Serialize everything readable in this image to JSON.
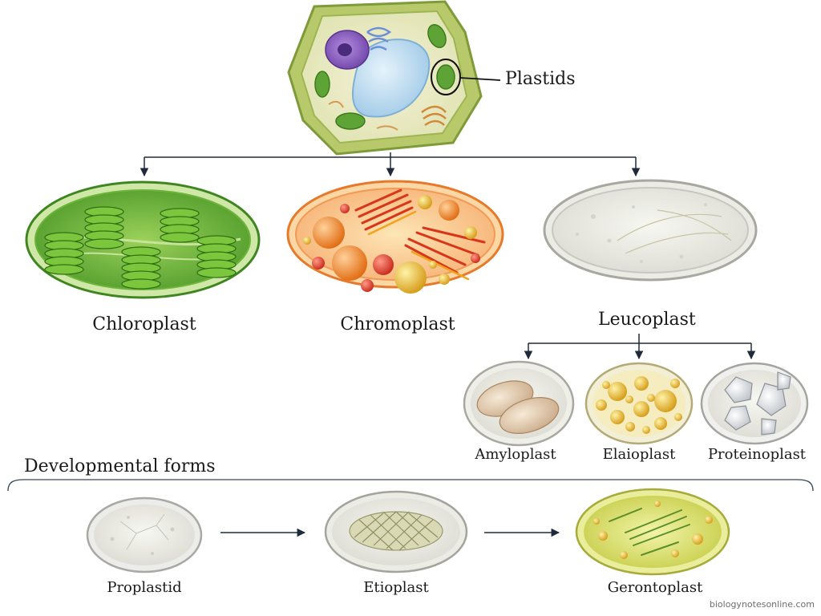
{
  "root": {
    "label": "Plastids"
  },
  "main_types": [
    {
      "label": "Chloroplast"
    },
    {
      "label": "Chromoplast"
    },
    {
      "label": "Leucoplast"
    }
  ],
  "leucoplast_types": [
    {
      "label": "Amyloplast"
    },
    {
      "label": "Elaioplast"
    },
    {
      "label": "Proteinoplast"
    }
  ],
  "developmental": {
    "heading": "Developmental forms",
    "stages": [
      {
        "label": "Proplastid"
      },
      {
        "label": "Etioplast"
      },
      {
        "label": "Gerontoplast"
      }
    ]
  },
  "watermark": "biologynotesonline.com",
  "colors": {
    "connector": "#1f2a3a",
    "cell_wall": "#b7c96a",
    "chloroplast": "#4e9a2a",
    "chromoplast": "#ee7a2a",
    "leucoplast": "#e4e4dc",
    "gerontoplast": "#d4d85a"
  }
}
